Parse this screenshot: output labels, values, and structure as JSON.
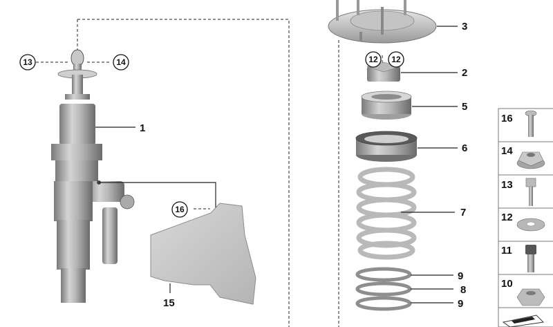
{
  "callouts": {
    "shock_absorber": "1",
    "support_bearing": "2",
    "strut_mount": "3",
    "spring_pad_upper": "5",
    "spring_seat": "6",
    "coil_spring": "7",
    "spring_pad_washer": "8",
    "spring_pad_upper_lower": "9",
    "shield": "15",
    "bolt_ref": "16",
    "nut_ref_left": "13",
    "nut_ref_right": "14",
    "nut_ref_a": "12",
    "nut_ref_b": "12",
    "washer_9_lower": "9"
  },
  "hardware_panel": [
    {
      "label": "16",
      "icon": "bolt-icon"
    },
    {
      "label": "14",
      "icon": "flange-nut-icon"
    },
    {
      "label": "13",
      "icon": "hex-bolt-icon"
    },
    {
      "label": "12",
      "icon": "washer-icon"
    },
    {
      "label": "11",
      "icon": "socket-bolt-icon"
    },
    {
      "label": "10",
      "icon": "hex-nut-icon"
    }
  ],
  "colors": {
    "metal_light": "#d9d9d9",
    "metal_mid": "#a8a8a8",
    "metal_dark": "#6e6e6e",
    "line": "#222222"
  }
}
